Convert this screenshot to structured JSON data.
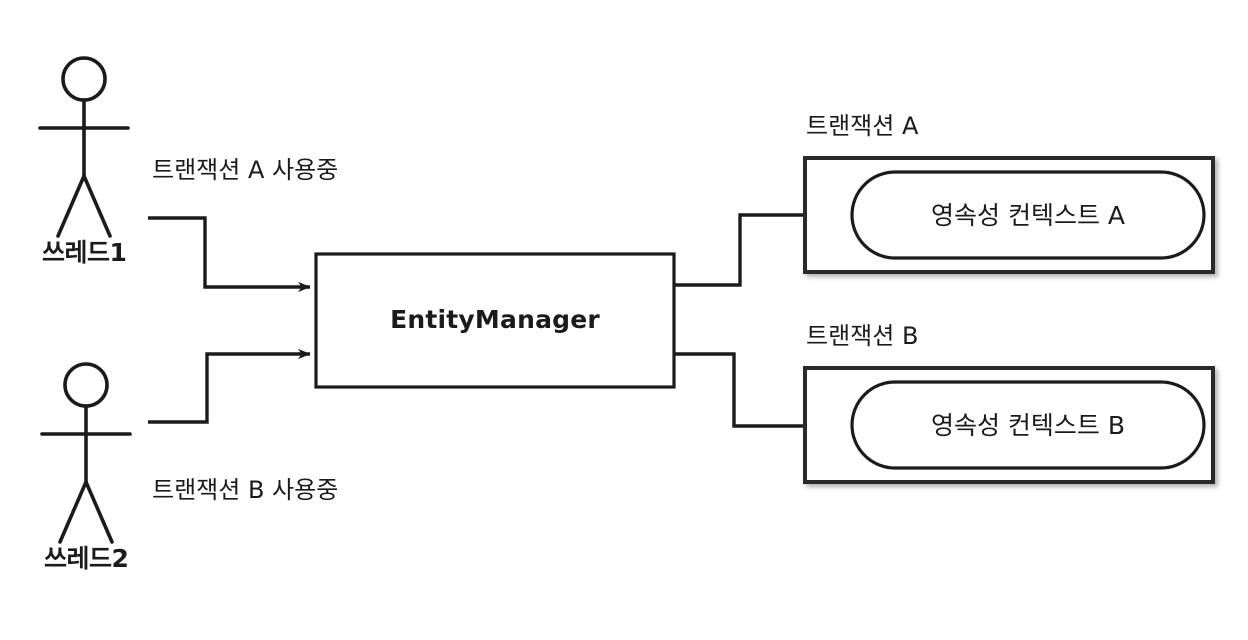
{
  "diagram": {
    "title": "EntityManager thread / transaction persistence context diagram",
    "background_color": "#ffffff",
    "stroke_color": "#1b1b1b",
    "text_color": "#1b1b1b",
    "actors": [
      {
        "id": "thread1",
        "label": "쓰레드1",
        "edge_label": "트랜잭션 A 사용중"
      },
      {
        "id": "thread2",
        "label": "쓰레드2",
        "edge_label": "트랜잭션 B 사용중"
      }
    ],
    "center_node": {
      "id": "entity-manager",
      "label": "EntityManager"
    },
    "transactions": [
      {
        "id": "transaction-a",
        "label": "트랜잭션 A",
        "context_label": "영속성 컨텍스트 A"
      },
      {
        "id": "transaction-b",
        "label": "트랜잭션 B",
        "context_label": "영속성 컨텍스트 B"
      }
    ]
  }
}
